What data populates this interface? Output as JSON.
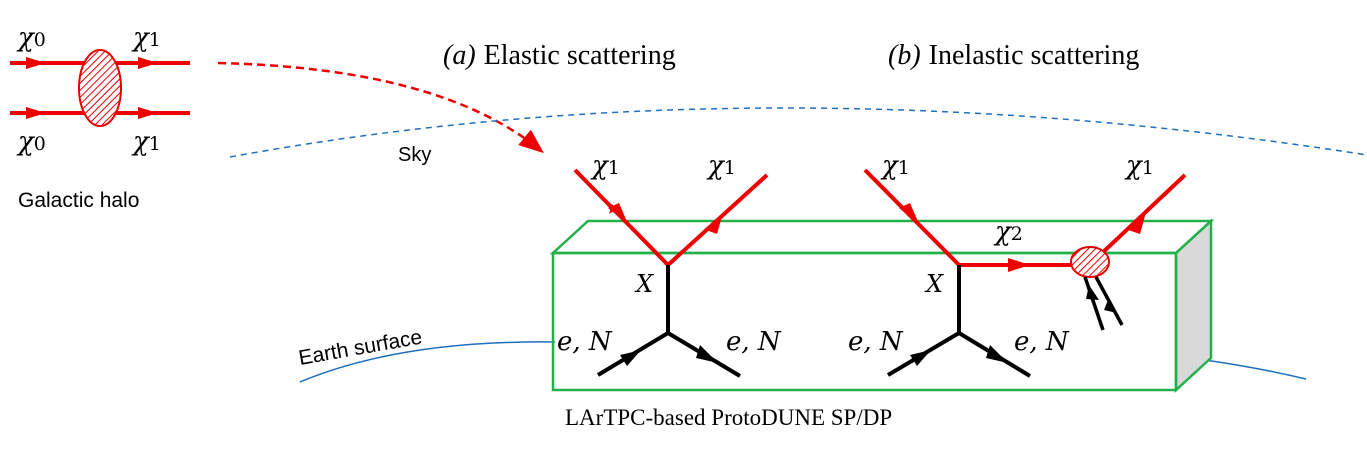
{
  "titles": {
    "elastic_tag": "(a)",
    "elastic_text": "Elastic scattering",
    "inelastic_tag": "(b)",
    "inelastic_text": "Inelastic scattering"
  },
  "labels": {
    "galactic_halo": "Galactic halo",
    "sky": "Sky",
    "earth_surface": "Earth surface",
    "detector": "LArTPC-based ProtoDUNE SP/DP"
  },
  "particles": {
    "chi": "χ",
    "sub0": "0",
    "sub1": "1",
    "sub2": "2",
    "mediator": "X",
    "target": "e, N"
  },
  "colors": {
    "dark_matter": "#ee0000",
    "standard_model": "#000000",
    "sky_line": "#1f6fbf",
    "earth_line": "#1f6fbf",
    "detector_edge": "#22b04b",
    "detector_side": "#d9d9d9"
  }
}
